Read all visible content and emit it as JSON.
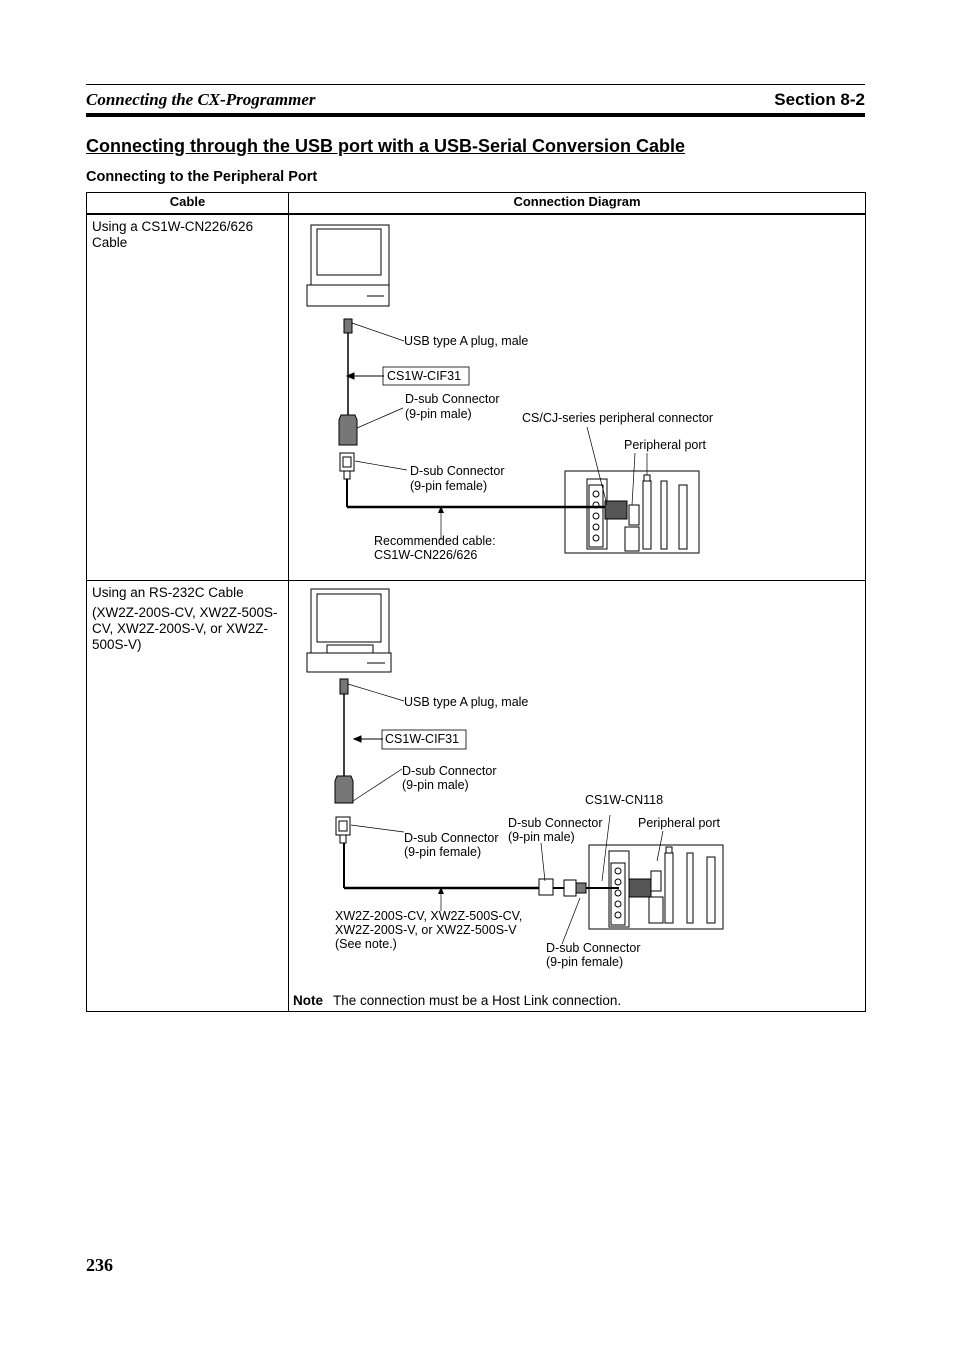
{
  "header": {
    "chapter": "Connecting the CX-Programmer",
    "section": "Section 8-2"
  },
  "heading": "Connecting through the USB port with a USB-Serial Conversion Cable",
  "subheading": "Connecting to the Peripheral Port",
  "table": {
    "col_cable": "Cable",
    "col_diagram": "Connection Diagram",
    "row1": {
      "cable": "Using a CS1W-CN226/626 Cable",
      "labels": {
        "usb_plug": "USB type A plug, male",
        "cif": "CS1W-CIF31",
        "dsub_male_1": "D-sub   Connector",
        "dsub_male_2": "(9-pin male)",
        "cscj": "CS/CJ-series peripheral connector",
        "periph": "Peripheral port",
        "dsub_female_1": "D-sub Connector",
        "dsub_female_2": "(9-pin female)",
        "rec_1": "Recommended cable:",
        "rec_2": "CS1W-CN226/626"
      }
    },
    "row2": {
      "cable_line1": "Using an RS-232C Cable",
      "cable_line2": "(XW2Z-200S-CV, XW2Z-500S-CV, XW2Z-200S-V, or XW2Z-500S-V)",
      "labels": {
        "usb_plug": "USB type A plug, male",
        "cif": "CS1W-CIF31",
        "dsub_male_1": "D-sub Connector",
        "dsub_male_2": "(9-pin male)",
        "cn118": "CS1W-CN118",
        "dsub_male_b1": "D-sub Connector",
        "dsub_male_b2": "(9-pin male)",
        "periph": "Peripheral port",
        "dsub_female_1": "D-sub Connector",
        "dsub_female_2": "(9-pin female)",
        "xw_1": "XW2Z-200S-CV, XW2Z-500S-CV,",
        "xw_2": "XW2Z-200S-V, or XW2Z-500S-V",
        "xw_3": "(See note.)",
        "dsub_female_b1": "D-sub Connector",
        "dsub_female_b2": "(9-pin female)"
      },
      "note_label": "Note",
      "note_text": "The connection must be a Host Link connection."
    }
  },
  "page_number": "236"
}
